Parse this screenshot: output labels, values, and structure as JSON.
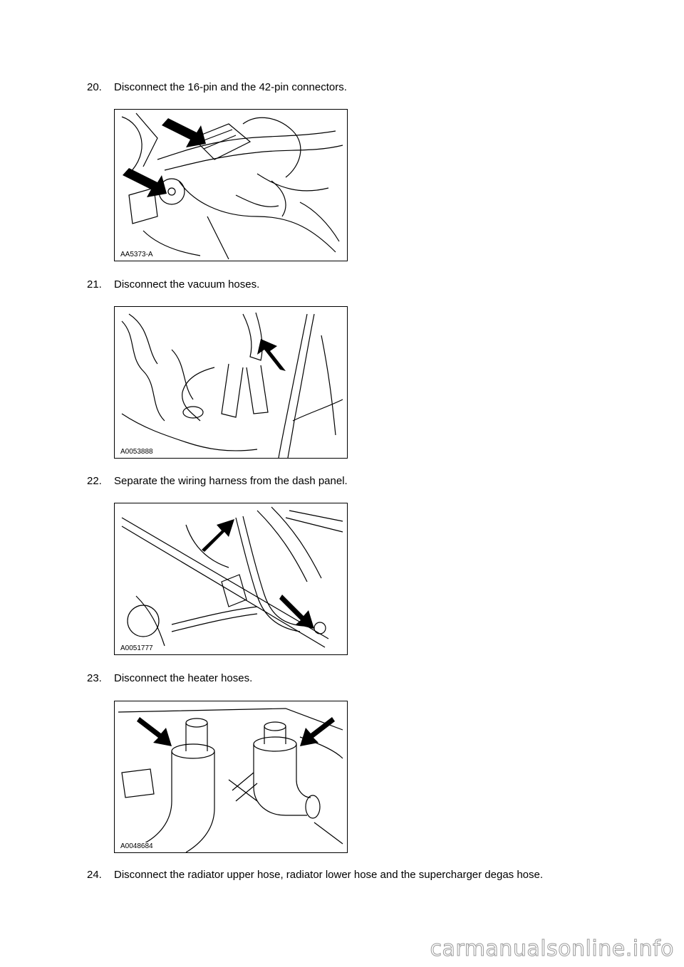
{
  "steps": [
    {
      "number": "20.",
      "text": "Disconnect the 16-pin and the 42-pin connectors.",
      "figure_label": "AA5373-A"
    },
    {
      "number": "21.",
      "text": "Disconnect the vacuum hoses.",
      "figure_label": "A0053888"
    },
    {
      "number": "22.",
      "text": "Separate the wiring harness from the dash panel.",
      "figure_label": "A0051777"
    },
    {
      "number": "23.",
      "text": "Disconnect the heater hoses.",
      "figure_label": "A0048684"
    },
    {
      "number": "24.",
      "text": "Disconnect the radiator upper hose, radiator lower hose and the supercharger degas hose."
    }
  ],
  "watermark": "carmanualsonline.info"
}
